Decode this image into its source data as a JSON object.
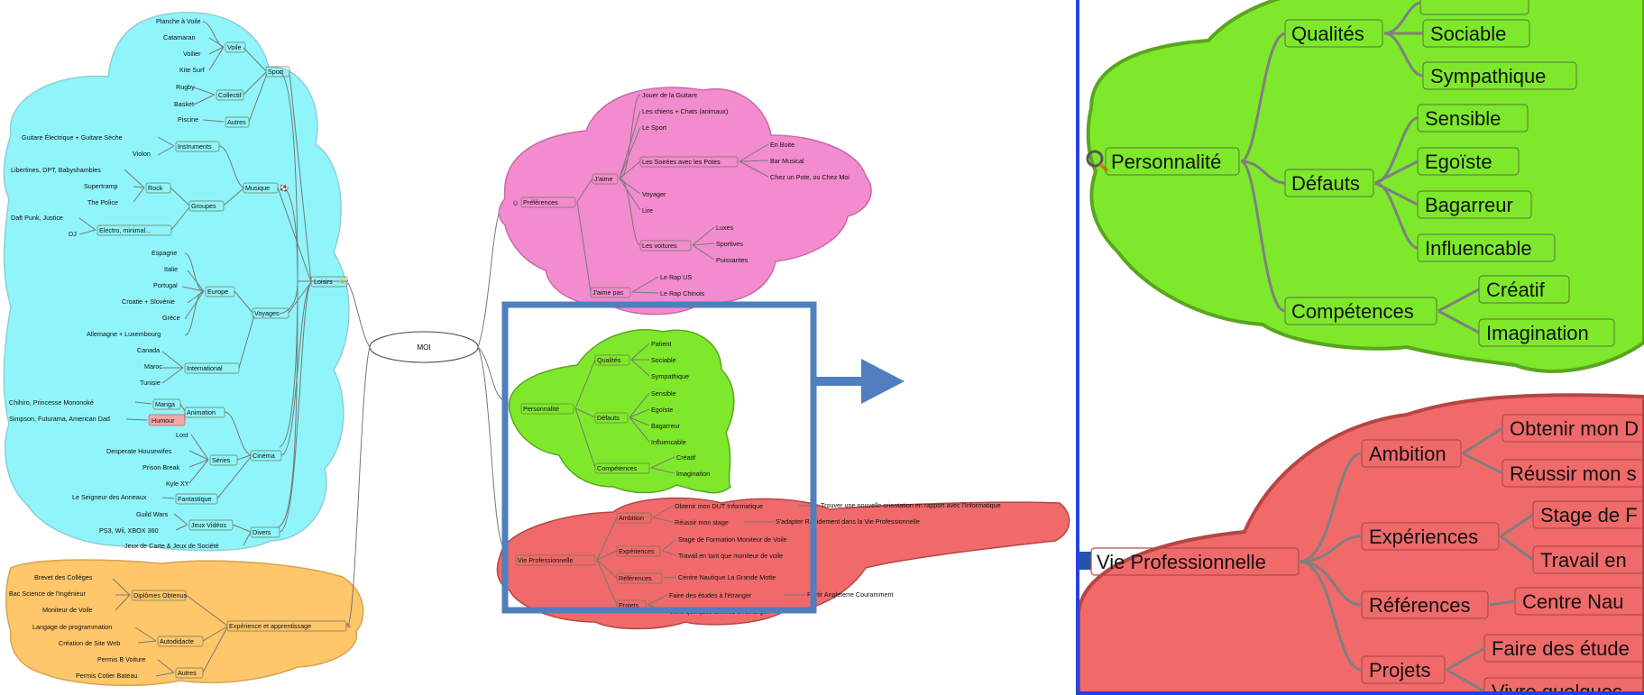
{
  "center": {
    "label": "MOI"
  },
  "cyan": {
    "sport_label": "Sport",
    "voile_label": "Voile",
    "voile_items": [
      "Planche à Voile",
      "Catamaran",
      "Voilier",
      "Kite Surf"
    ],
    "collectif_label": "Collectif",
    "collectif_items": [
      "Rugby",
      "Basket"
    ],
    "autres_label": "Autres",
    "autres_items": [
      "Piscine"
    ],
    "musique_label": "Musique",
    "instruments_label": "Instruments",
    "instruments_items": [
      "Guitare Électrique + Guitare Sèche",
      "Violon"
    ],
    "groupes_label": "Groupes",
    "rock_label": "Rock",
    "rock_items": [
      "Libertines, DPT, Babyshambles",
      "Supertramp",
      "The Police"
    ],
    "electro_label": "Electro, minimal...",
    "electro_items": [
      "Daft Punk, Justice",
      "DJ"
    ],
    "loisirs_label": "Loisirs",
    "voyages_label": "Voyages",
    "europe_label": "Europe",
    "europe_items": [
      "Espagne",
      "Italie",
      "Portugal",
      "Croatie + Slovénie",
      "Grèce",
      "Allemagne + Luxembourg"
    ],
    "international_label": "International",
    "international_items": [
      "Canada",
      "Maroc",
      "Tunisie"
    ],
    "cinema_label": "Cinéma",
    "animation_label": "Animation",
    "manga_label": "Manga",
    "manga_items": [
      "Chihiro, Princesse Mononoké"
    ],
    "humour_label": "Humour",
    "humour_items": [
      "Simpson, Futurama, American Dad"
    ],
    "series_label": "Séries",
    "series_items": [
      "Lost",
      "Desperate Housewifes",
      "Prison Break",
      "Kyle XY"
    ],
    "fantastique_label": "Fantastique",
    "fantastique_items": [
      "Le Seigneur des Anneaux"
    ],
    "divers_label": "Divers",
    "jeux_label": "Jeux Vidéos",
    "jeux_items": [
      "Guild Wars",
      "PS3, Wii, XBOX 360"
    ],
    "societe_label": "Jeux de Carte & Jeux de Société"
  },
  "orange": {
    "main_label": "Expérience et apprentissage",
    "diplomes_label": "Diplômes Obtenus",
    "diplomes_items": [
      "Brevet des Collèges",
      "Bac Science de l'Ingénieur",
      "Moniteur de Voile"
    ],
    "autodidacte_label": "Autodidacte",
    "autodidacte_items": [
      "Langage de programmation",
      "Création de Site Web"
    ],
    "autres_label": "Autres",
    "autres_items": [
      "Permis B Voiture",
      "Permis Cotier Bateau"
    ]
  },
  "pink": {
    "main_label": "Préférences",
    "jaime_label": "J'aime",
    "jaime_items": [
      "Jouer de la Guitare",
      "Les chiens + Chats (animaux)",
      "Le Sport",
      "Voyager",
      "Lire"
    ],
    "soirees_label": "Les Soirées avec les Potes",
    "soirees_items": [
      "En Boite",
      "Bar Musical",
      "Chez un Pote, ou Chez Moi"
    ],
    "voitures_label": "Les voitures",
    "voitures_items": [
      "Luxes",
      "Sportives",
      "Puissantes"
    ],
    "jaimepas_label": "J'aime pas",
    "jaimepas_items": [
      "Le Rap US",
      "Le Rap Chinois"
    ]
  },
  "green": {
    "main_label": "Personnalité",
    "qualites_label": "Qualités",
    "qualites_items": [
      "Patient",
      "Sociable",
      "Sympathique"
    ],
    "defauts_label": "Défauts",
    "defauts_items": [
      "Sensible",
      "Egoïste",
      "Bagarreur",
      "Influencable"
    ],
    "competences_label": "Compétences",
    "competences_items": [
      "Créatif",
      "Imagination"
    ]
  },
  "red": {
    "main_label": "Vie Professionnelle",
    "ambition_label": "Ambition",
    "ambition_items": [
      "Obtenir mon DUT Informatique",
      "Réussir mon stage"
    ],
    "ambition_sub": [
      "Trouver une nouvelle orientation en rapport avec l'Informatique",
      "S'adapter Rapidement dans la Vie Professionnelle"
    ],
    "experiences_label": "Expériences",
    "experiences_items": [
      "Stage de Formation Moniteur de Voile",
      "Travail en tant que moniteur de voile"
    ],
    "references_label": "Références",
    "references_items": [
      "Centre Nautique La Grande Motte"
    ],
    "projets_label": "Projets",
    "projets_items": [
      "Faire des études à l'étranger",
      "Vivre quelques années à l'étranger"
    ],
    "projets_sub": [
      "Partir Angleterre Couramment"
    ]
  },
  "zoom": {
    "green": {
      "main_label": "Personnalité",
      "qualites_label": "Qualités",
      "qualites_items": [
        "Sociable",
        "Sympathique"
      ],
      "defauts_label": "Défauts",
      "defauts_items": [
        "Sensible",
        "Egoïste",
        "Bagarreur",
        "Influencable"
      ],
      "competences_label": "Compétences",
      "competences_items": [
        "Créatif",
        "Imagination"
      ]
    },
    "red": {
      "main_label": "Vie Professionnelle",
      "ambition_label": "Ambition",
      "ambition_items": [
        "Obtenir mon D",
        "Réussir mon s"
      ],
      "experiences_label": "Expériences",
      "experiences_items": [
        "Stage de F",
        "Travail en"
      ],
      "references_label": "Références",
      "references_items": [
        "Centre Nau"
      ],
      "projets_label": "Projets",
      "projets_items": [
        "Faire des étude",
        "Vivre quelques"
      ]
    }
  },
  "colors": {
    "cyan": "#8ff5fb",
    "orange": "#ffc66a",
    "pink": "#f38bcf",
    "green": "#7ee92b",
    "red": "#f06a6a",
    "highlight": "#4f7fbf"
  }
}
